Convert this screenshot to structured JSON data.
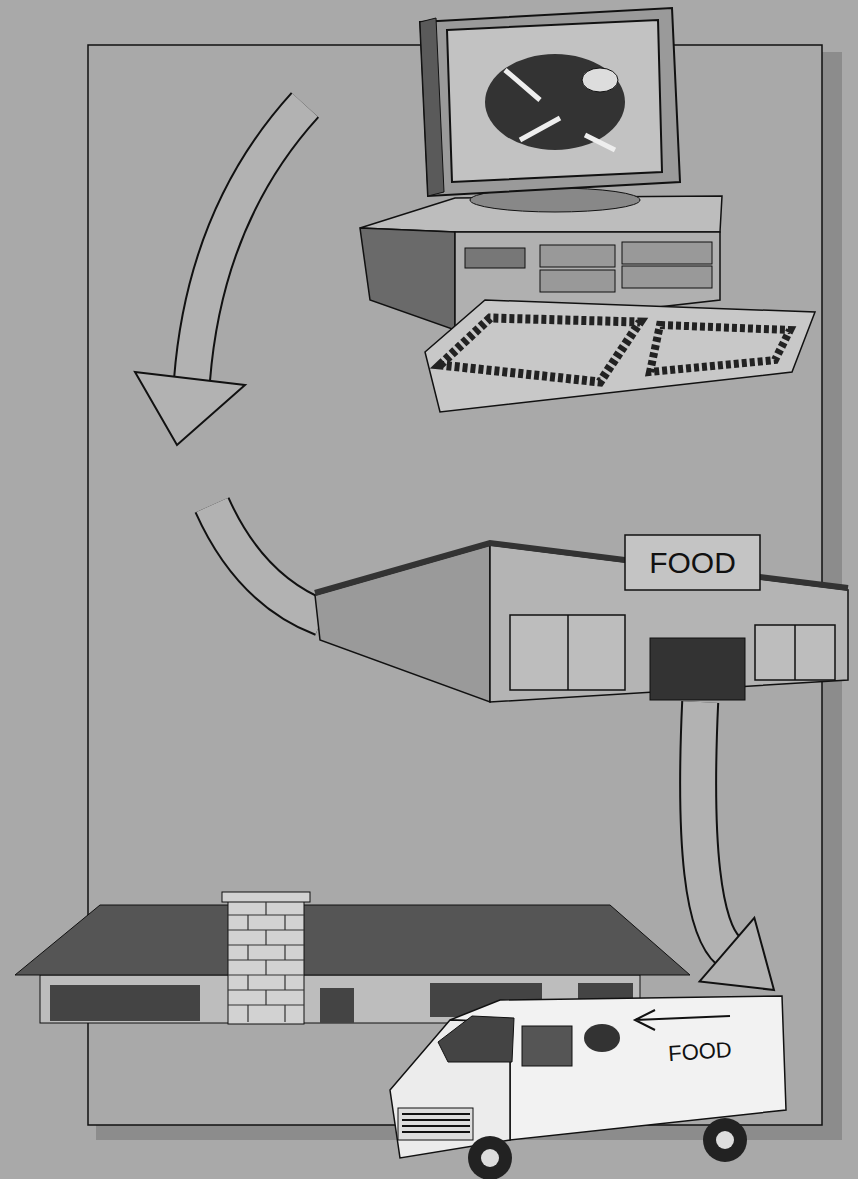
{
  "diagram": {
    "nodes": [
      {
        "text": [
          "FOOD"
        ]
      },
      {
        "text": [
          "FOOD"
        ]
      }
    ],
    "edges": [
      {
        "from": 0,
        "to": 1,
        "arrow": "to"
      }
    ]
  }
}
